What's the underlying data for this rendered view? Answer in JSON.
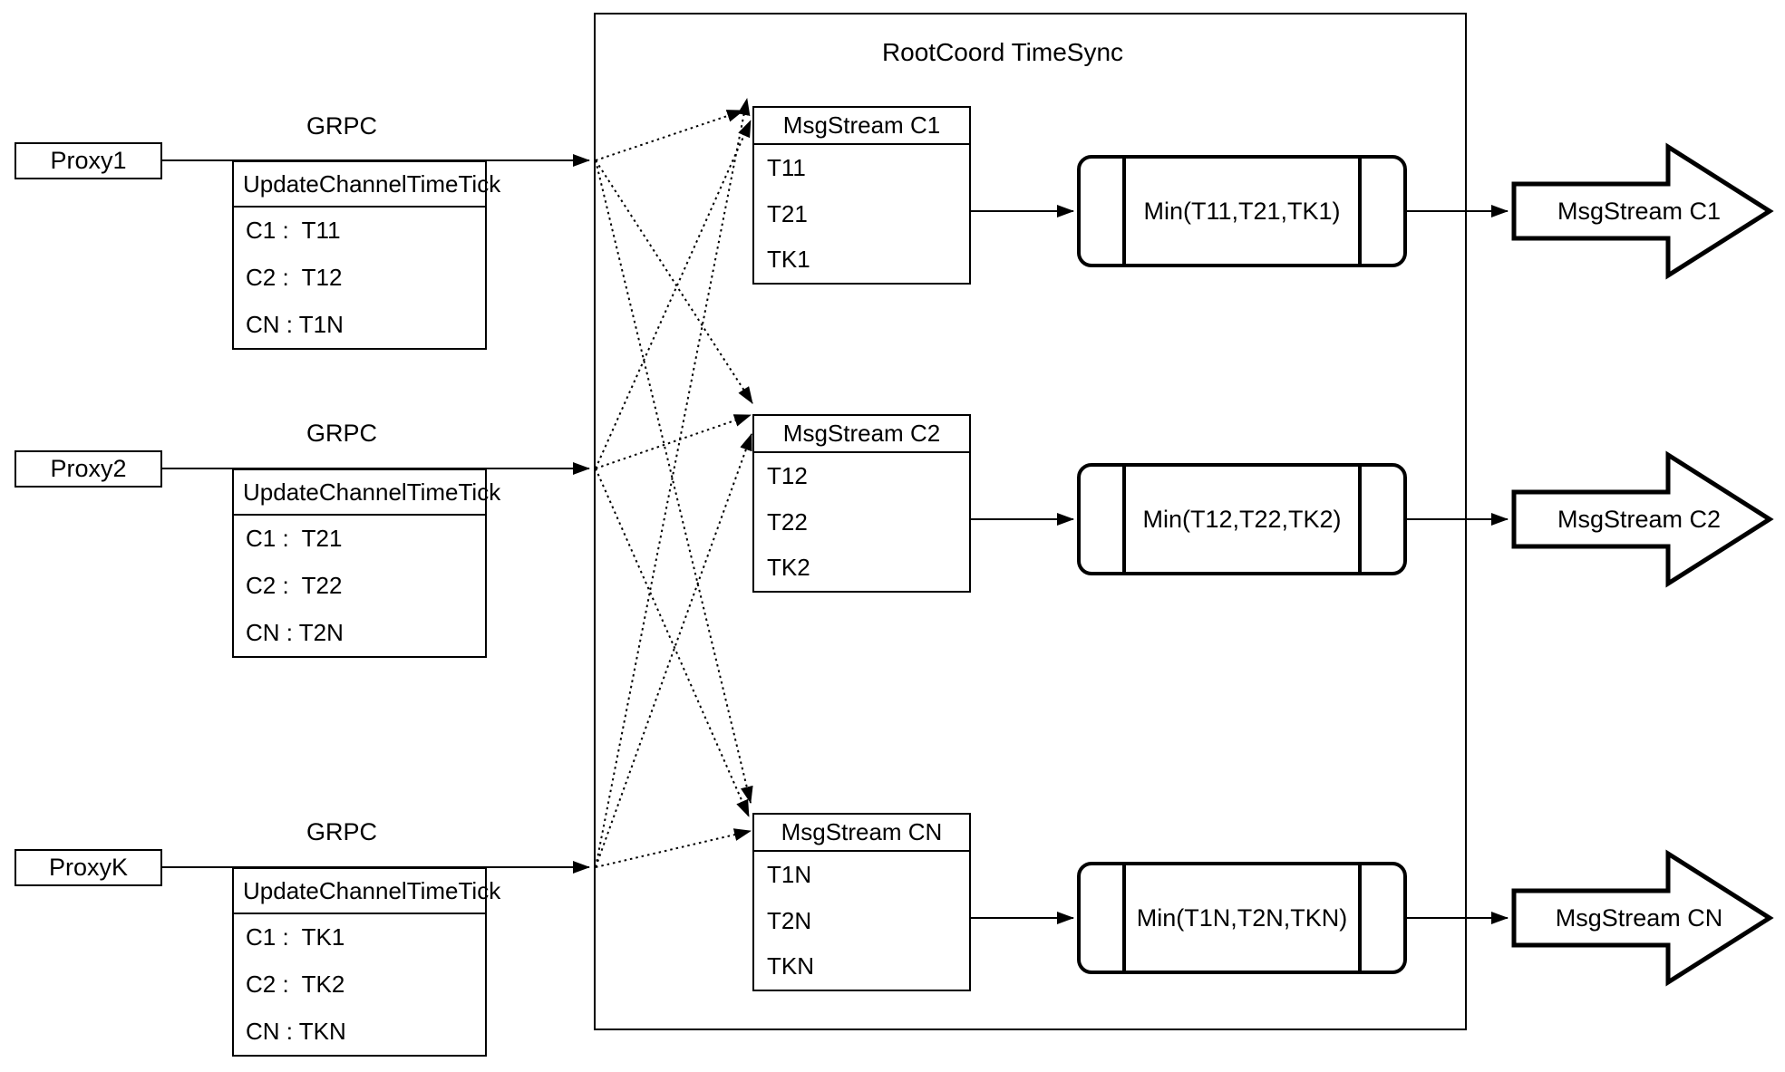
{
  "diagram_title": "RootCoord TimeSync",
  "proxies": [
    {
      "name": "Proxy1",
      "protocol": "GRPC",
      "message": {
        "title": "UpdateChannelTimeTick",
        "entries": [
          "C1 :  T11",
          "C2 :  T12",
          "CN : T1N"
        ]
      }
    },
    {
      "name": "Proxy2",
      "protocol": "GRPC",
      "message": {
        "title": "UpdateChannelTimeTick",
        "entries": [
          "C1 :  T21",
          "C2 :  T22",
          "CN : T2N"
        ]
      }
    },
    {
      "name": "ProxyK",
      "protocol": "GRPC",
      "message": {
        "title": "UpdateChannelTimeTick",
        "entries": [
          "C1 :  TK1",
          "C2 :  TK2",
          "CN : TKN"
        ]
      }
    }
  ],
  "channels": [
    {
      "stream_title": "MsgStream C1",
      "ticks": [
        "T11",
        "T21",
        "TK1"
      ],
      "min_formula": "Min(T11,T21,TK1)",
      "output_stream": "MsgStream C1"
    },
    {
      "stream_title": "MsgStream C2",
      "ticks": [
        "T12",
        "T22",
        "TK2"
      ],
      "min_formula": "Min(T12,T22,TK2)",
      "output_stream": "MsgStream C2"
    },
    {
      "stream_title": "MsgStream CN",
      "ticks": [
        "T1N",
        "T2N",
        "TKN"
      ],
      "min_formula": "Min(T1N,T2N,TKN)",
      "output_stream": "MsgStream CN"
    }
  ],
  "colors": {
    "ink": "#000000",
    "background": "#ffffff"
  }
}
